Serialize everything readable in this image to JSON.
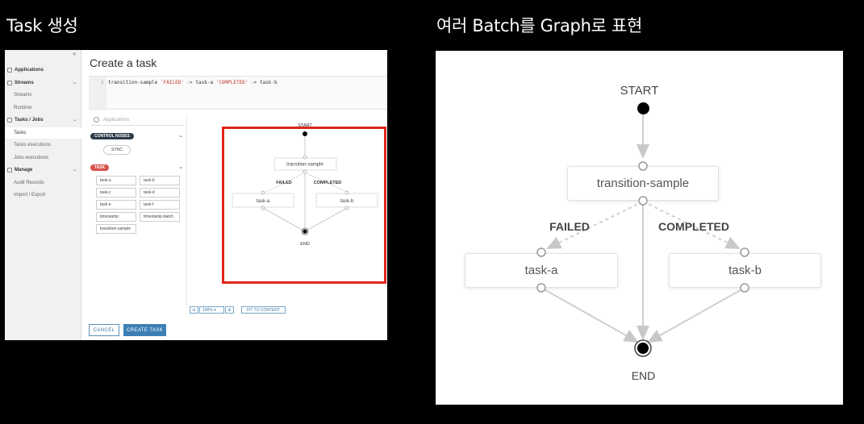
{
  "headings": {
    "left": "Task 생성",
    "right": "여러 Batch를 Graph로 표현"
  },
  "sidebar": {
    "collapse_icon": "«",
    "items": [
      {
        "label": "Applications",
        "kind": "group",
        "icon": "grid-icon"
      },
      {
        "label": "Streams",
        "kind": "group",
        "icon": "stream-icon",
        "expanded": true
      },
      {
        "label": "Streams",
        "kind": "sub"
      },
      {
        "label": "Runtime",
        "kind": "sub"
      },
      {
        "label": "Tasks / Jobs",
        "kind": "group",
        "icon": "lock-icon",
        "expanded": true
      },
      {
        "label": "Tasks",
        "kind": "sub",
        "active": true
      },
      {
        "label": "Tasks executions",
        "kind": "sub"
      },
      {
        "label": "Jobs executions",
        "kind": "sub"
      },
      {
        "label": "Manage",
        "kind": "group",
        "icon": "manage-icon",
        "expanded": true
      },
      {
        "label": "Audit Records",
        "kind": "sub"
      },
      {
        "label": "Import / Export",
        "kind": "sub"
      }
    ]
  },
  "page": {
    "title": "Create a task"
  },
  "editor": {
    "line_number": "1",
    "code_parts": [
      "transition-sample ",
      "'FAILED'",
      " -> task-a ",
      "'COMPLETED'",
      " -> task-b"
    ]
  },
  "palette": {
    "search_placeholder": "Applications",
    "control_nodes_label": "CONTROL NODES",
    "sync_label": "SYNC",
    "task_label": "TASK",
    "tasks": [
      "task-a",
      "task-b",
      "task-c",
      "task-d",
      "task-e",
      "task-f",
      "timestamp",
      "timestamp-batch",
      "transition-sample"
    ]
  },
  "zoom": {
    "minus": "⊖",
    "level": "100% ▾",
    "plus": "⊕",
    "fit": "FIT TO CONTENT"
  },
  "buttons": {
    "cancel": "CANCEL",
    "create": "CREATE TASK"
  },
  "graph": {
    "start": "START",
    "end": "END",
    "node_main": "transition-sample",
    "node_a": "task-a",
    "node_b": "task-b",
    "edge_failed": "FAILED",
    "edge_completed": "COMPLETED"
  },
  "colors": {
    "highlight_border": "#e1261c",
    "primary_button": "#3d7fb5",
    "task_pill": "#d9534f",
    "control_pill": "#2b3a48"
  }
}
